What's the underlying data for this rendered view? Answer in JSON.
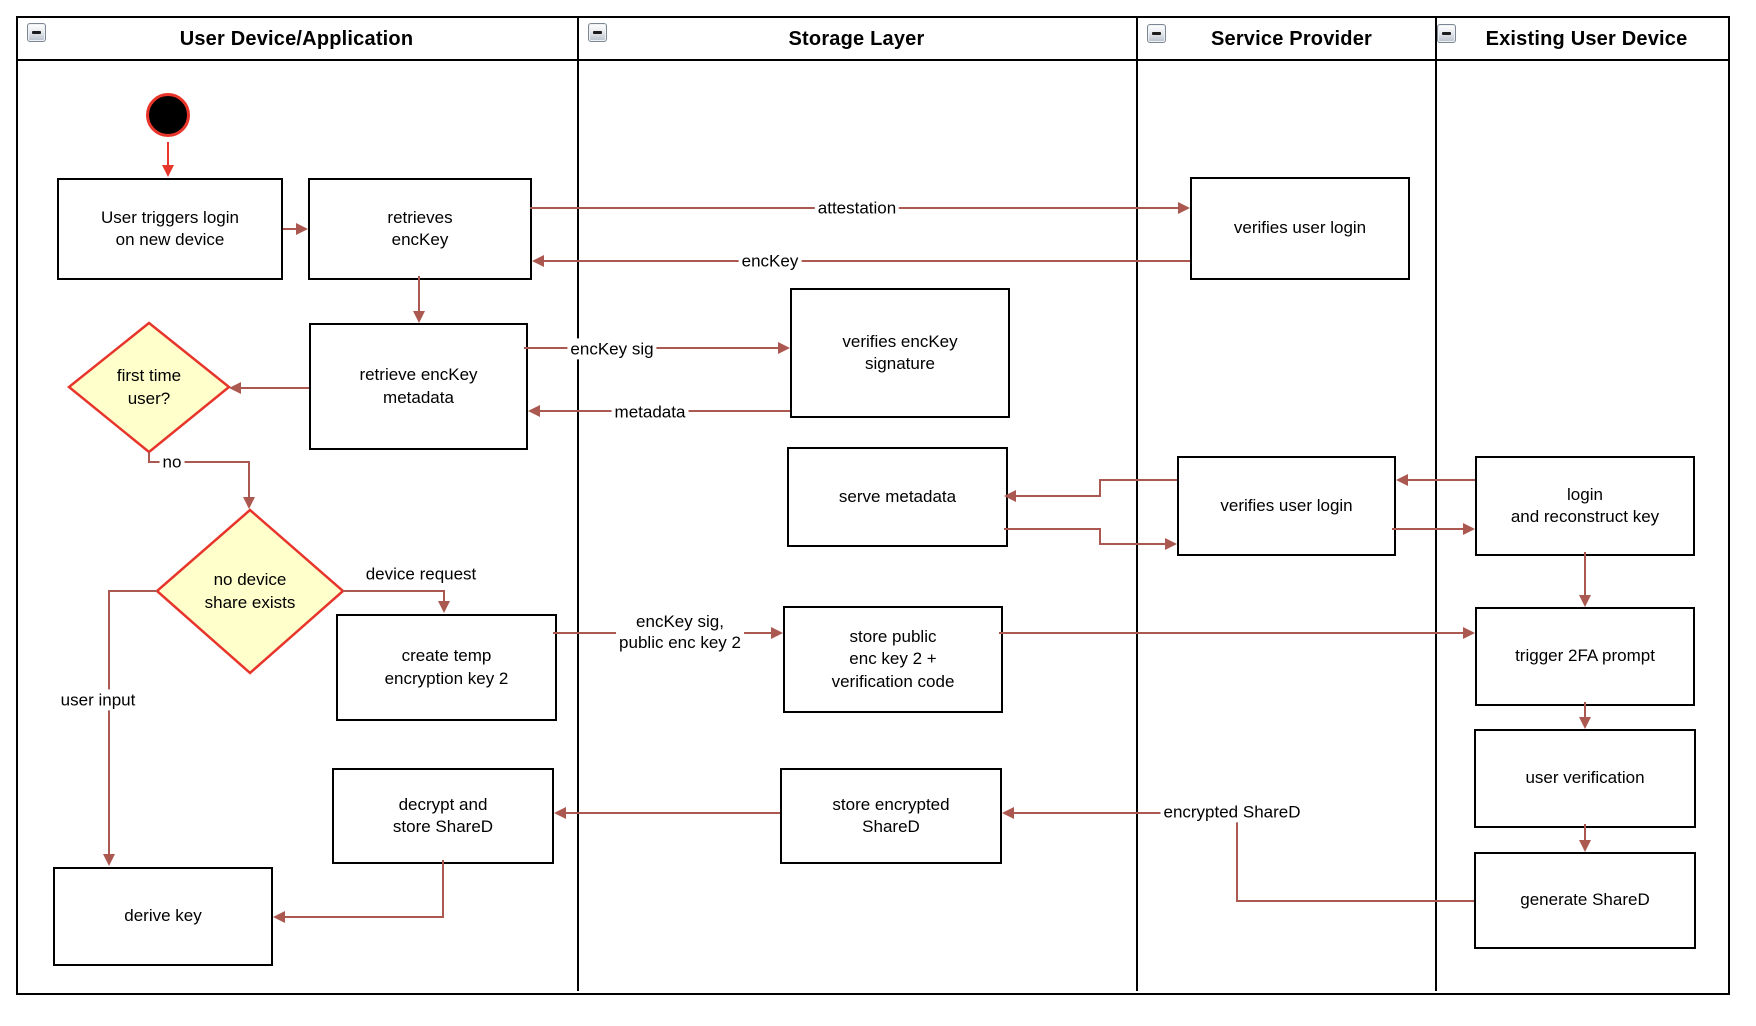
{
  "colors": {
    "arrow": "#ab5850",
    "highlight_red": "#e8352b",
    "decision_fill": "#ffffcc",
    "decision_border": "#e8352b",
    "node_border": "#000000",
    "background": "#ffffff"
  },
  "lanes": [
    {
      "title": "User Device/Application"
    },
    {
      "title": "Storage Layer"
    },
    {
      "title": "Service Provider"
    },
    {
      "title": "Existing User Device"
    }
  ],
  "nodes": {
    "user_triggers": "User triggers login\non new device",
    "retrieves_enckey": "retrieves\nencKey",
    "retrieve_metadata": "retrieve encKey\nmetadata",
    "first_time_user": "first time\nuser?",
    "no_device_share": "no device\nshare exists",
    "create_temp": "create temp\nencryption key 2",
    "decrypt_store": "decrypt and\nstore ShareD",
    "derive_key": "derive key",
    "verifies_sig": "verifies encKey\nsignature",
    "serve_metadata": "serve metadata",
    "store_public": "store public\nenc key 2 +\nverification code",
    "store_encrypted": "store encrypted\nShareD",
    "verifies_login_top": "verifies user login",
    "verifies_login_mid": "verifies user login",
    "login_reconstruct": "login\nand reconstruct key",
    "trigger_2fa": "trigger 2FA prompt",
    "user_verification": "user verification",
    "generate_shared": "generate ShareD"
  },
  "edges": {
    "attestation": "attestation",
    "enckey": "encKey",
    "enckey_sig": "encKey sig",
    "metadata": "metadata",
    "no": "no",
    "device_request": "device request",
    "user_input": "user input",
    "enckey_sig_public": "encKey sig,\npublic enc key 2",
    "encrypted_shared": "encrypted ShareD"
  }
}
